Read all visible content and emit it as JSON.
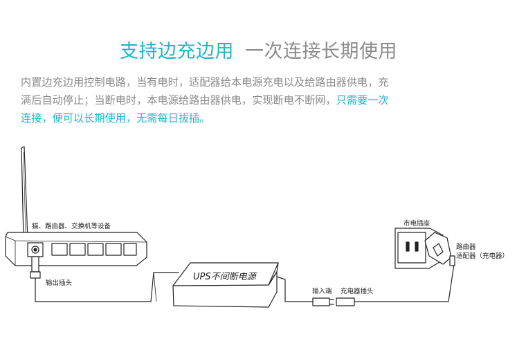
{
  "title": {
    "highlight": "支持边充边用",
    "rest": "一次连接长期使用"
  },
  "description": {
    "line1": "内置边充边用控制电路，当有电时，适配器给本电源充电以及给路由器供电，充",
    "line2_plain": "满后自动停止；当断电时，本电源给路由器供电，实现断电不断网，",
    "line2_highlight": "只需要一次",
    "line3_highlight": "连接，便可以长期使用，无需每日拔插。"
  },
  "labels": {
    "router": "猫、路由器、交换机等设备",
    "output_plug": "输出插头",
    "ups": "UPS不间断电源",
    "input_port": "输入端",
    "charger_plug": "充电器插头",
    "wall_outlet": "市电插座",
    "adapter_line1": "路由器",
    "adapter_line2": "适配器（充电器）"
  },
  "colors": {
    "accent": "#1cb6c9",
    "text_gray": "#8a8a8a",
    "line": "#222222"
  }
}
